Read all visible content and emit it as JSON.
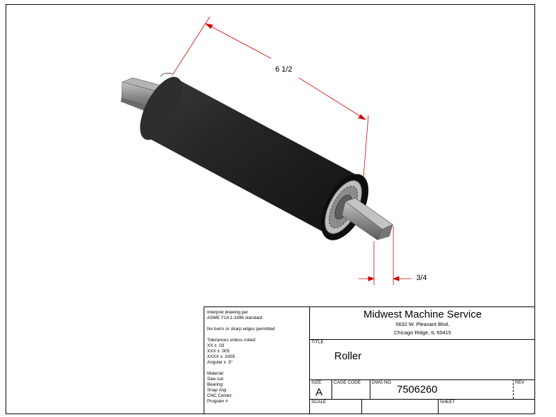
{
  "dimensions": {
    "length": "6 1/2",
    "shaft": "3/4"
  },
  "notes": {
    "lines_a": [
      "Interpret drawing per",
      "ASME Y14.1-1996 standard"
    ],
    "lines_b": [
      "No burrs or sharp edges permitted"
    ],
    "lines_c": [
      "Tolerances unless noted:",
      "XX ± .03",
      "XXX ± .005",
      "XXXX ± .0005",
      "Angular ± .5°"
    ],
    "lines_d": [
      "Material:",
      "Saw cut:",
      "Bearing:",
      "Snap ring:",
      "CNC Center:",
      "Program #"
    ]
  },
  "company": {
    "name": "Midwest Machine Service",
    "address1": "5632 W. Pleasant Blvd.",
    "address2": "Chicago Ridge, IL 60415"
  },
  "title_block": {
    "title_label": "TITLE",
    "title_value": "Roller",
    "size_label": "SIZE",
    "size_value": "A",
    "cage_label": "CAGE CODE",
    "dwg_label": "DWG NO",
    "dwg_value": "7506260",
    "rev_label": "REV",
    "scale_label": "SCALE",
    "sheet_label": "SHEET"
  },
  "colors": {
    "dimension": "#d40000",
    "roller_body": "#1e1e1e",
    "shaft": "#8a8a8a"
  },
  "icons": [
    "roller-3d-drawing"
  ]
}
